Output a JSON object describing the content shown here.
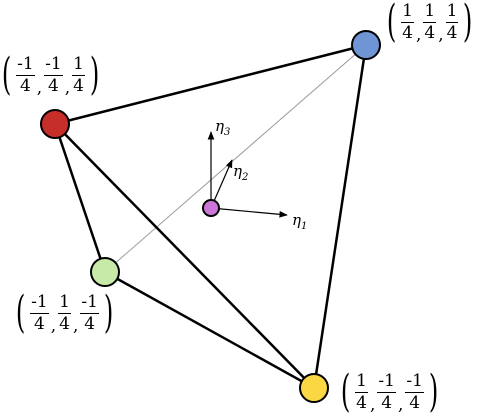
{
  "vertices": [
    {
      "id": "blue",
      "color": "#6f95d4",
      "coords": [
        {
          "num": "1",
          "den": "4"
        },
        {
          "num": "1",
          "den": "4"
        },
        {
          "num": "1",
          "den": "4"
        }
      ]
    },
    {
      "id": "red",
      "color": "#c62e2a",
      "coords": [
        {
          "num": "-1",
          "den": "4"
        },
        {
          "num": "-1",
          "den": "4"
        },
        {
          "num": "1",
          "den": "4"
        }
      ]
    },
    {
      "id": "green",
      "color": "#c8eaa8",
      "coords": [
        {
          "num": "-1",
          "den": "4"
        },
        {
          "num": "1",
          "den": "4"
        },
        {
          "num": "-1",
          "den": "4"
        }
      ]
    },
    {
      "id": "yellow",
      "color": "#fbd843",
      "coords": [
        {
          "num": "1",
          "den": "4"
        },
        {
          "num": "-1",
          "den": "4"
        },
        {
          "num": "-1",
          "den": "4"
        }
      ]
    }
  ],
  "center": {
    "color": "#cc77d8"
  },
  "axes": [
    {
      "symbol": "η",
      "subscript": "1"
    },
    {
      "symbol": "η",
      "subscript": "2"
    },
    {
      "symbol": "η",
      "subscript": "3"
    }
  ],
  "punctuation": {
    "open": "(",
    "close": ")",
    "comma": ","
  }
}
